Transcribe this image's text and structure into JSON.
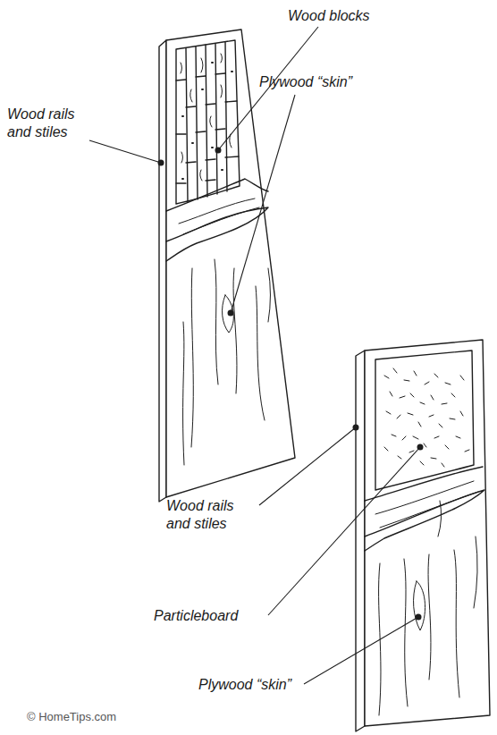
{
  "diagram": {
    "labels": [
      "Wood blocks",
      "Wood rails and stiles",
      "Plywood “skin”",
      "Wood rails and stiles",
      "Particleboard",
      "Plywood “skin”",
      "© HomeTips.com"
    ]
  }
}
